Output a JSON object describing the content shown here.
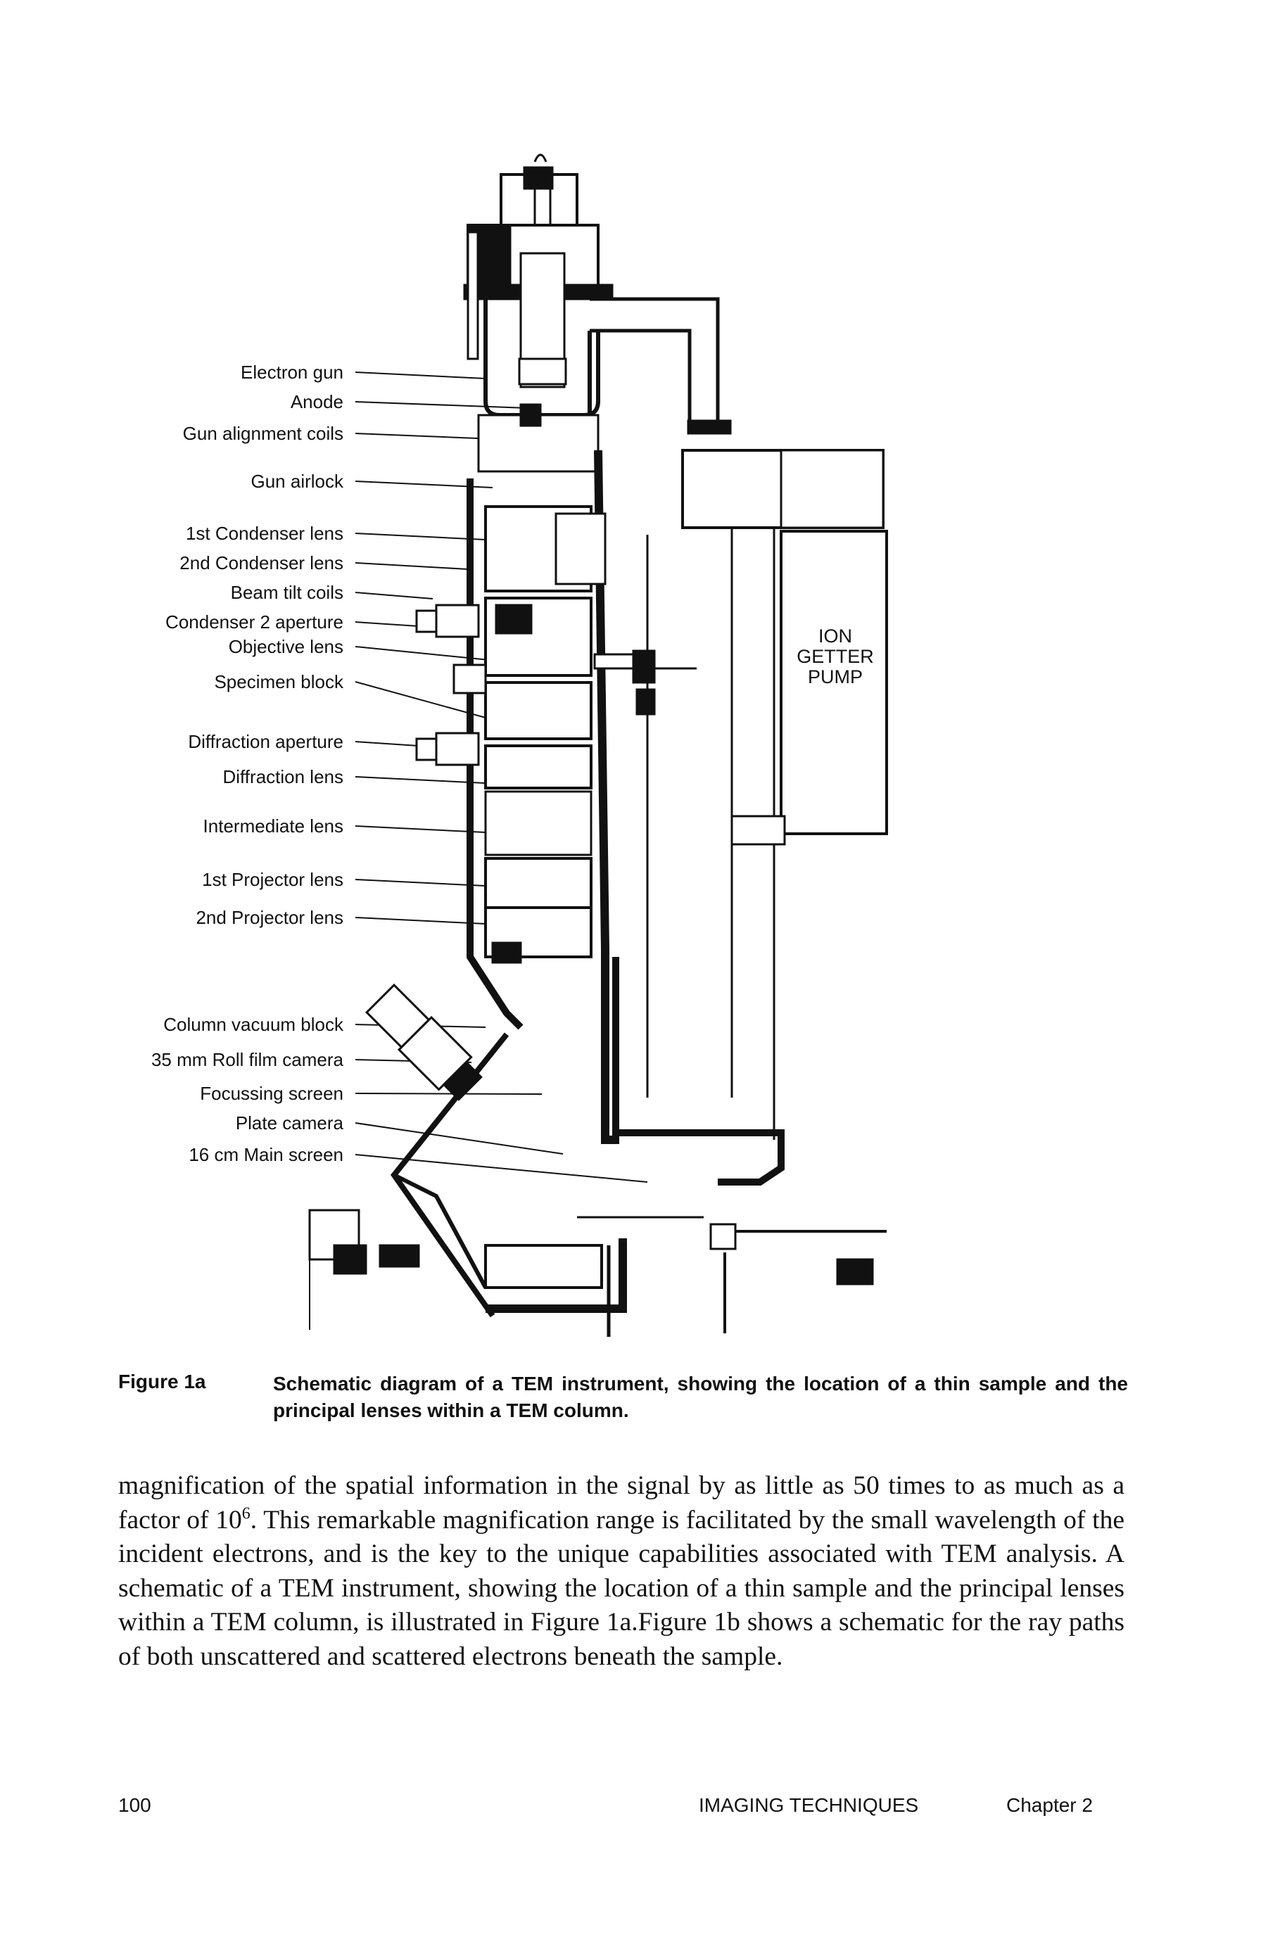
{
  "figure": {
    "labels": [
      "Electron gun",
      "Anode",
      "Gun alignment coils",
      "Gun airlock",
      "1st Condenser lens",
      "2nd Condenser lens",
      "Beam tilt coils",
      "Condenser 2 aperture",
      "Objective lens",
      "Specimen block",
      "Diffraction aperture",
      "Diffraction lens",
      "Intermediate lens",
      "1st Projector lens",
      "2nd Projector lens",
      "Column vacuum block",
      "35 mm Roll film camera",
      "Focussing screen",
      "Plate camera",
      "16 cm Main screen"
    ],
    "ion_pump_label": [
      "ION",
      "GETTER",
      "PUMP"
    ]
  },
  "caption": {
    "figure_number": "Figure 1a",
    "text": "Schematic diagram of a TEM instrument, showing the location of a thin sample and the principal lenses within a TEM column."
  },
  "body": {
    "text_part1": "magnification of the spatial information in the signal by as little as 50 times to as much as a factor of 10",
    "exponent": "6",
    "text_part2": ". This remarkable magnification range is facilitated by the small wavelength of the incident electrons, and is the key to the unique capabilities associated with TEM analysis. A schematic of a TEM instrument, showing the location of a thin sample and the principal lenses within a TEM column, is illustrated in Figure 1a.Figure 1b shows a schematic for the ray paths of both unscattered and scattered electrons beneath the sample."
  },
  "footer": {
    "page_number": "100",
    "section": "IMAGING TECHNIQUES",
    "chapter": "Chapter 2"
  }
}
